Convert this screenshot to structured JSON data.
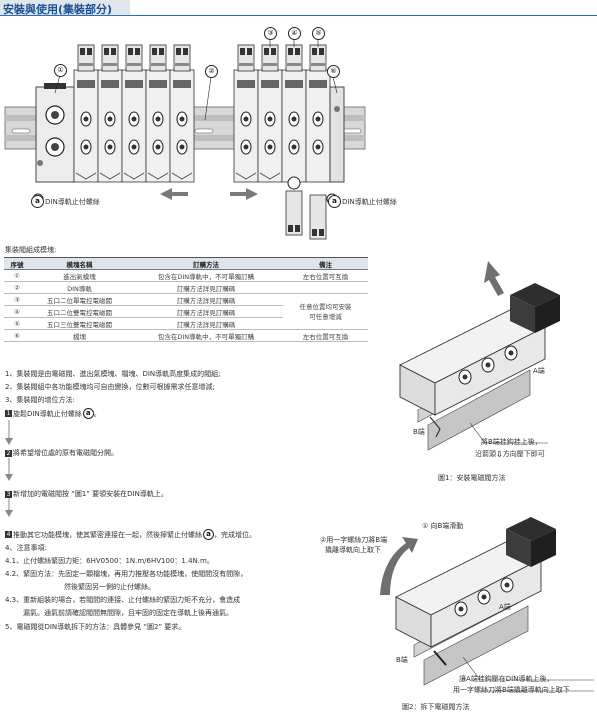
{
  "header": {
    "title": "安裝與使用(集裝部分)"
  },
  "diagram1": {
    "callouts": [
      "①",
      "②",
      "③",
      "④",
      "⑤",
      "⑥"
    ],
    "rail_screw_left": "DIN導軌止付螺絲",
    "rail_screw_right": "DIN導軌止付螺絲",
    "a_marker": "a"
  },
  "table": {
    "caption": "集裝閥組成模塊:",
    "headers": [
      "序號",
      "模塊名稱",
      "訂購方法",
      "備注"
    ],
    "rows": [
      {
        "no": "①",
        "name": "進出氣模塊",
        "order": "包含在DIN導軌中，不可單獨訂購",
        "note": "左右位置可互換"
      },
      {
        "no": "②",
        "name": "DIN導軌",
        "order": "訂購方法詳見訂購碼",
        "note": ""
      },
      {
        "no": "③",
        "name": "五口二位單電控電磁閥",
        "order": "訂購方法詳見訂購碼",
        "note": ""
      },
      {
        "no": "④",
        "name": "五口二位雙電控電磁閥",
        "order": "訂購方法詳見訂購碼",
        "note": ""
      },
      {
        "no": "⑤",
        "name": "五口三位雙電控電磁閥",
        "order": "訂購方法詳見訂購碼",
        "note": ""
      },
      {
        "no": "⑥",
        "name": "檔塊",
        "order": "包含在DIN導軌中，不可單獨訂購",
        "note": "左右位置可互換"
      }
    ],
    "merged_note_line1": "任意位置均可安裝",
    "merged_note_line2": "可任意增減"
  },
  "instructions": {
    "items": [
      "1、集裝閥是由電磁閥、進出氣模塊、檔塊、DIN導軌高度集成的閥組;",
      "2、集裝閥組中各功能模塊均可自由變換，位數可根據需求任意增減;",
      "3、集裝閥的增位方法:"
    ],
    "steps": [
      {
        "n": "1",
        "text": "旋鬆DIN導軌止付螺絲"
      },
      {
        "n": "2",
        "text": "將希望增位處的原有電磁閥分開。"
      },
      {
        "n": "3",
        "text": "新增加的電磁閥按 “圖1” 要領安裝在DIN導軌上。"
      },
      {
        "n": "4",
        "text": "推動其它功能模塊，使其緊密連接在一起，然後擰緊止付螺絲"
      }
    ],
    "step1_suffix": "。",
    "step4_suffix": "，完成增位。",
    "circle_a": "a",
    "notes": [
      "4、注意事項:",
      "4.1、止付螺絲緊固力矩：6HV0500：1N.m/6HV100：1.4N.m。",
      "4.2、緊固方法：先固定一顆檔塊，再用力推壓各功能模塊，使閥間沒有間隙，",
      "然後緊固另一側的止付螺絲。",
      "4.3、重新組裝的場合，若閥間的連接、止付螺絲的緊固力矩不充分，會造成",
      "漏氣。通氣前請確認閥間無間隙，且牢固的固定在導軌上後再通氣。",
      "5、電磁閥從DIN導軌拆下的方法：具體參見 “圖2” 要求。"
    ]
  },
  "figure1": {
    "label_a": "A端",
    "label_b": "B端",
    "note_line1": "將B端挂鈎挂上後，",
    "note_line2": "沿箭頭",
    "note_line2b": "方向壓下即可",
    "caption": "圖1：安裝電磁閥方法"
  },
  "figure2": {
    "step1": "① 向B端滑動",
    "step2_line1": "②用一字螺絲刀將B端",
    "step2_line2": "撬離導軌向上取下",
    "label_a": "A端",
    "label_b": "B端",
    "note_line1": "讓A端挂鈎壓在DIN導軌上後，",
    "note_line2": "用一字螺絲刀將B端撬離導軌向上取下",
    "caption": "圖2：拆下電磁閥方法"
  }
}
